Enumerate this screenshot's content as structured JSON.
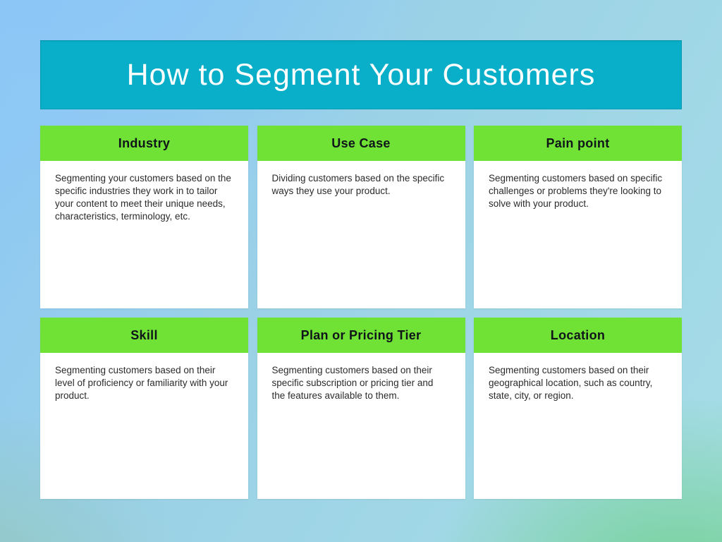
{
  "header": {
    "title": "How to Segment Your Customers"
  },
  "colors": {
    "banner_background": "#09AFC9",
    "banner_text": "#FFFFFF",
    "card_header_background": "#70E135",
    "card_header_text": "#10151A",
    "card_body_background": "#FFFFFF",
    "card_body_text": "#2B2B2B",
    "background_top_left": "#8CC6F7",
    "background_top_right": "#A6DDE7",
    "background_bottom_left": "#93C8BF",
    "background_bottom_right": "#6FD08C"
  },
  "cards": [
    {
      "title": "Industry",
      "description": "Segmenting your customers based on the specific industries they work in to tailor your content to meet their unique needs, characteristics, terminology, etc."
    },
    {
      "title": "Use Case",
      "description": "Dividing customers based on the specific ways they use your product."
    },
    {
      "title": "Pain point",
      "description": "Segmenting customers based on specific challenges or problems they're looking to solve with your product."
    },
    {
      "title": "Skill",
      "description": "Segmenting customers based on their level of proficiency or familiarity with your product."
    },
    {
      "title": "Plan or Pricing Tier",
      "description": "Segmenting customers based on their specific subscription or pricing tier and the features available to them."
    },
    {
      "title": "Location",
      "description": "Segmenting customers based on their geographical location, such as country, state, city, or region."
    }
  ]
}
